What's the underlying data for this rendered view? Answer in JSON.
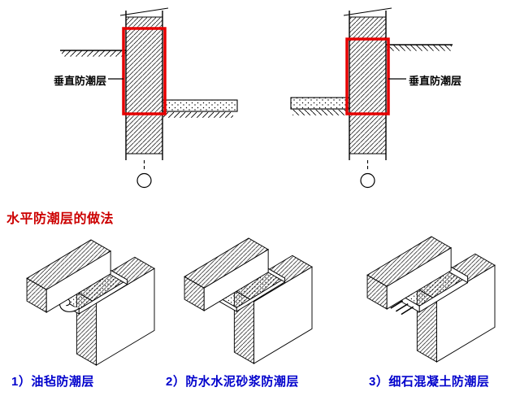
{
  "top_details": {
    "left": {
      "label": "垂直防潮层"
    },
    "right": {
      "label": "垂直防潮层"
    }
  },
  "heading": {
    "text": "水平防潮层的做法"
  },
  "bottom_items": [
    {
      "label": "1）油毡防潮层"
    },
    {
      "label": "2）防水水泥砂浆防潮层"
    },
    {
      "label": "3）细石混凝土防潮层"
    }
  ],
  "colors": {
    "highlight_red": "#e60000",
    "heading_red": "#cc0000",
    "item_blue": "#0000cc",
    "line_black": "#000000"
  }
}
